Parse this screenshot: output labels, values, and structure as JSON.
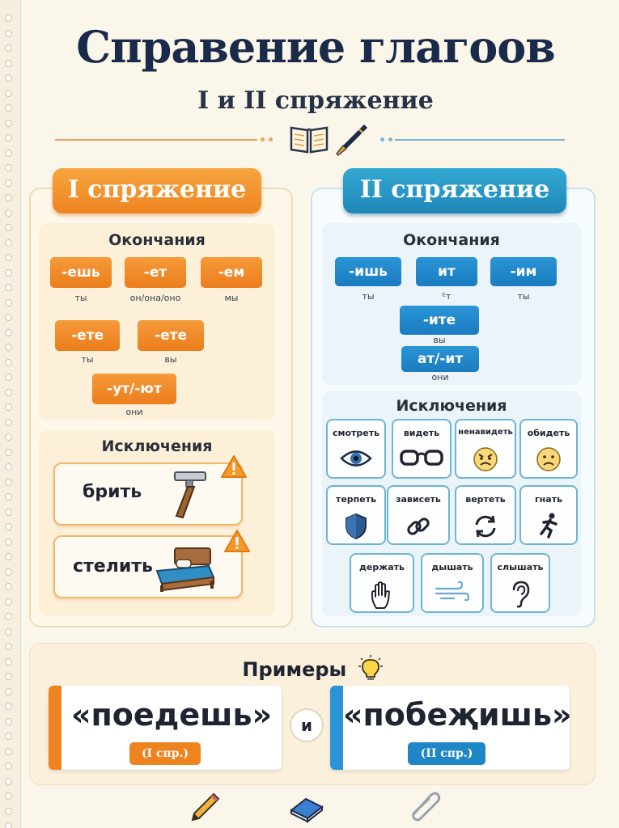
{
  "page": {
    "title": "Справение глагоов",
    "subtitle": "I и II спряжение"
  },
  "colors": {
    "orange": "#ee8420",
    "blue": "#1f87b8",
    "background": "#fbf6ea",
    "title": "#1a2a4a"
  },
  "first": {
    "header": "I спряжение",
    "endings_title": "Окончания",
    "endings": [
      {
        "ending": "-ешь",
        "pronoun": "ты"
      },
      {
        "ending": "-ет",
        "pronoun": "он/она/оно"
      },
      {
        "ending": "-ем",
        "pronoun": "мы"
      },
      {
        "ending": "-ете",
        "pronoun": "ты"
      },
      {
        "ending": "-ете",
        "pronoun": "вы"
      },
      {
        "ending": "-ут/-ют",
        "pronoun": "они"
      }
    ],
    "exceptions_title": "Исключения",
    "exceptions": [
      {
        "word": "брить",
        "icon": "razor-icon",
        "badge": "warning-icon"
      },
      {
        "word": "стелить",
        "icon": "bed-icon",
        "badge": "warning-icon"
      }
    ]
  },
  "second": {
    "header": "II спряжение",
    "endings_title": "Окончания",
    "endings": [
      {
        "ending": "-ишь",
        "pronoun": "ты"
      },
      {
        "ending": "ит",
        "pronoun": "ᴱт"
      },
      {
        "ending": "-им",
        "pronoun": "ты"
      },
      {
        "ending": "-ите",
        "pronoun": "вы"
      },
      {
        "ending": "ат/-ит",
        "pronoun": "они"
      }
    ],
    "exceptions_title": "Исключения",
    "exceptions": [
      {
        "word": "смотреть",
        "icon": "eye-icon"
      },
      {
        "word": "видеть",
        "icon": "glasses-icon"
      },
      {
        "word": "ненавидеть",
        "icon": "angry-face-icon"
      },
      {
        "word": "обидеть",
        "icon": "sad-face-icon"
      },
      {
        "word": "терпеть",
        "icon": "shield-icon"
      },
      {
        "word": "зависеть",
        "icon": "link-icon"
      },
      {
        "word": "вертеть",
        "icon": "rotate-icon"
      },
      {
        "word": "гнать",
        "icon": "running-person-icon"
      },
      {
        "word": "держать",
        "icon": "hand-icon"
      },
      {
        "word": "дышать",
        "icon": "wind-icon"
      },
      {
        "word": "слышать",
        "icon": "ear-icon"
      }
    ]
  },
  "examples": {
    "title": "Примеры",
    "title_icon": "lightbulb-icon",
    "left": {
      "word": "«поедешь»",
      "tag": "(I спр.)"
    },
    "connector": "и",
    "right": {
      "word": "«побеҗишь»",
      "tag": "(II спр.)"
    }
  },
  "footer_icons": [
    "pencil-icon",
    "eraser-icon",
    "paperclip-icon"
  ]
}
